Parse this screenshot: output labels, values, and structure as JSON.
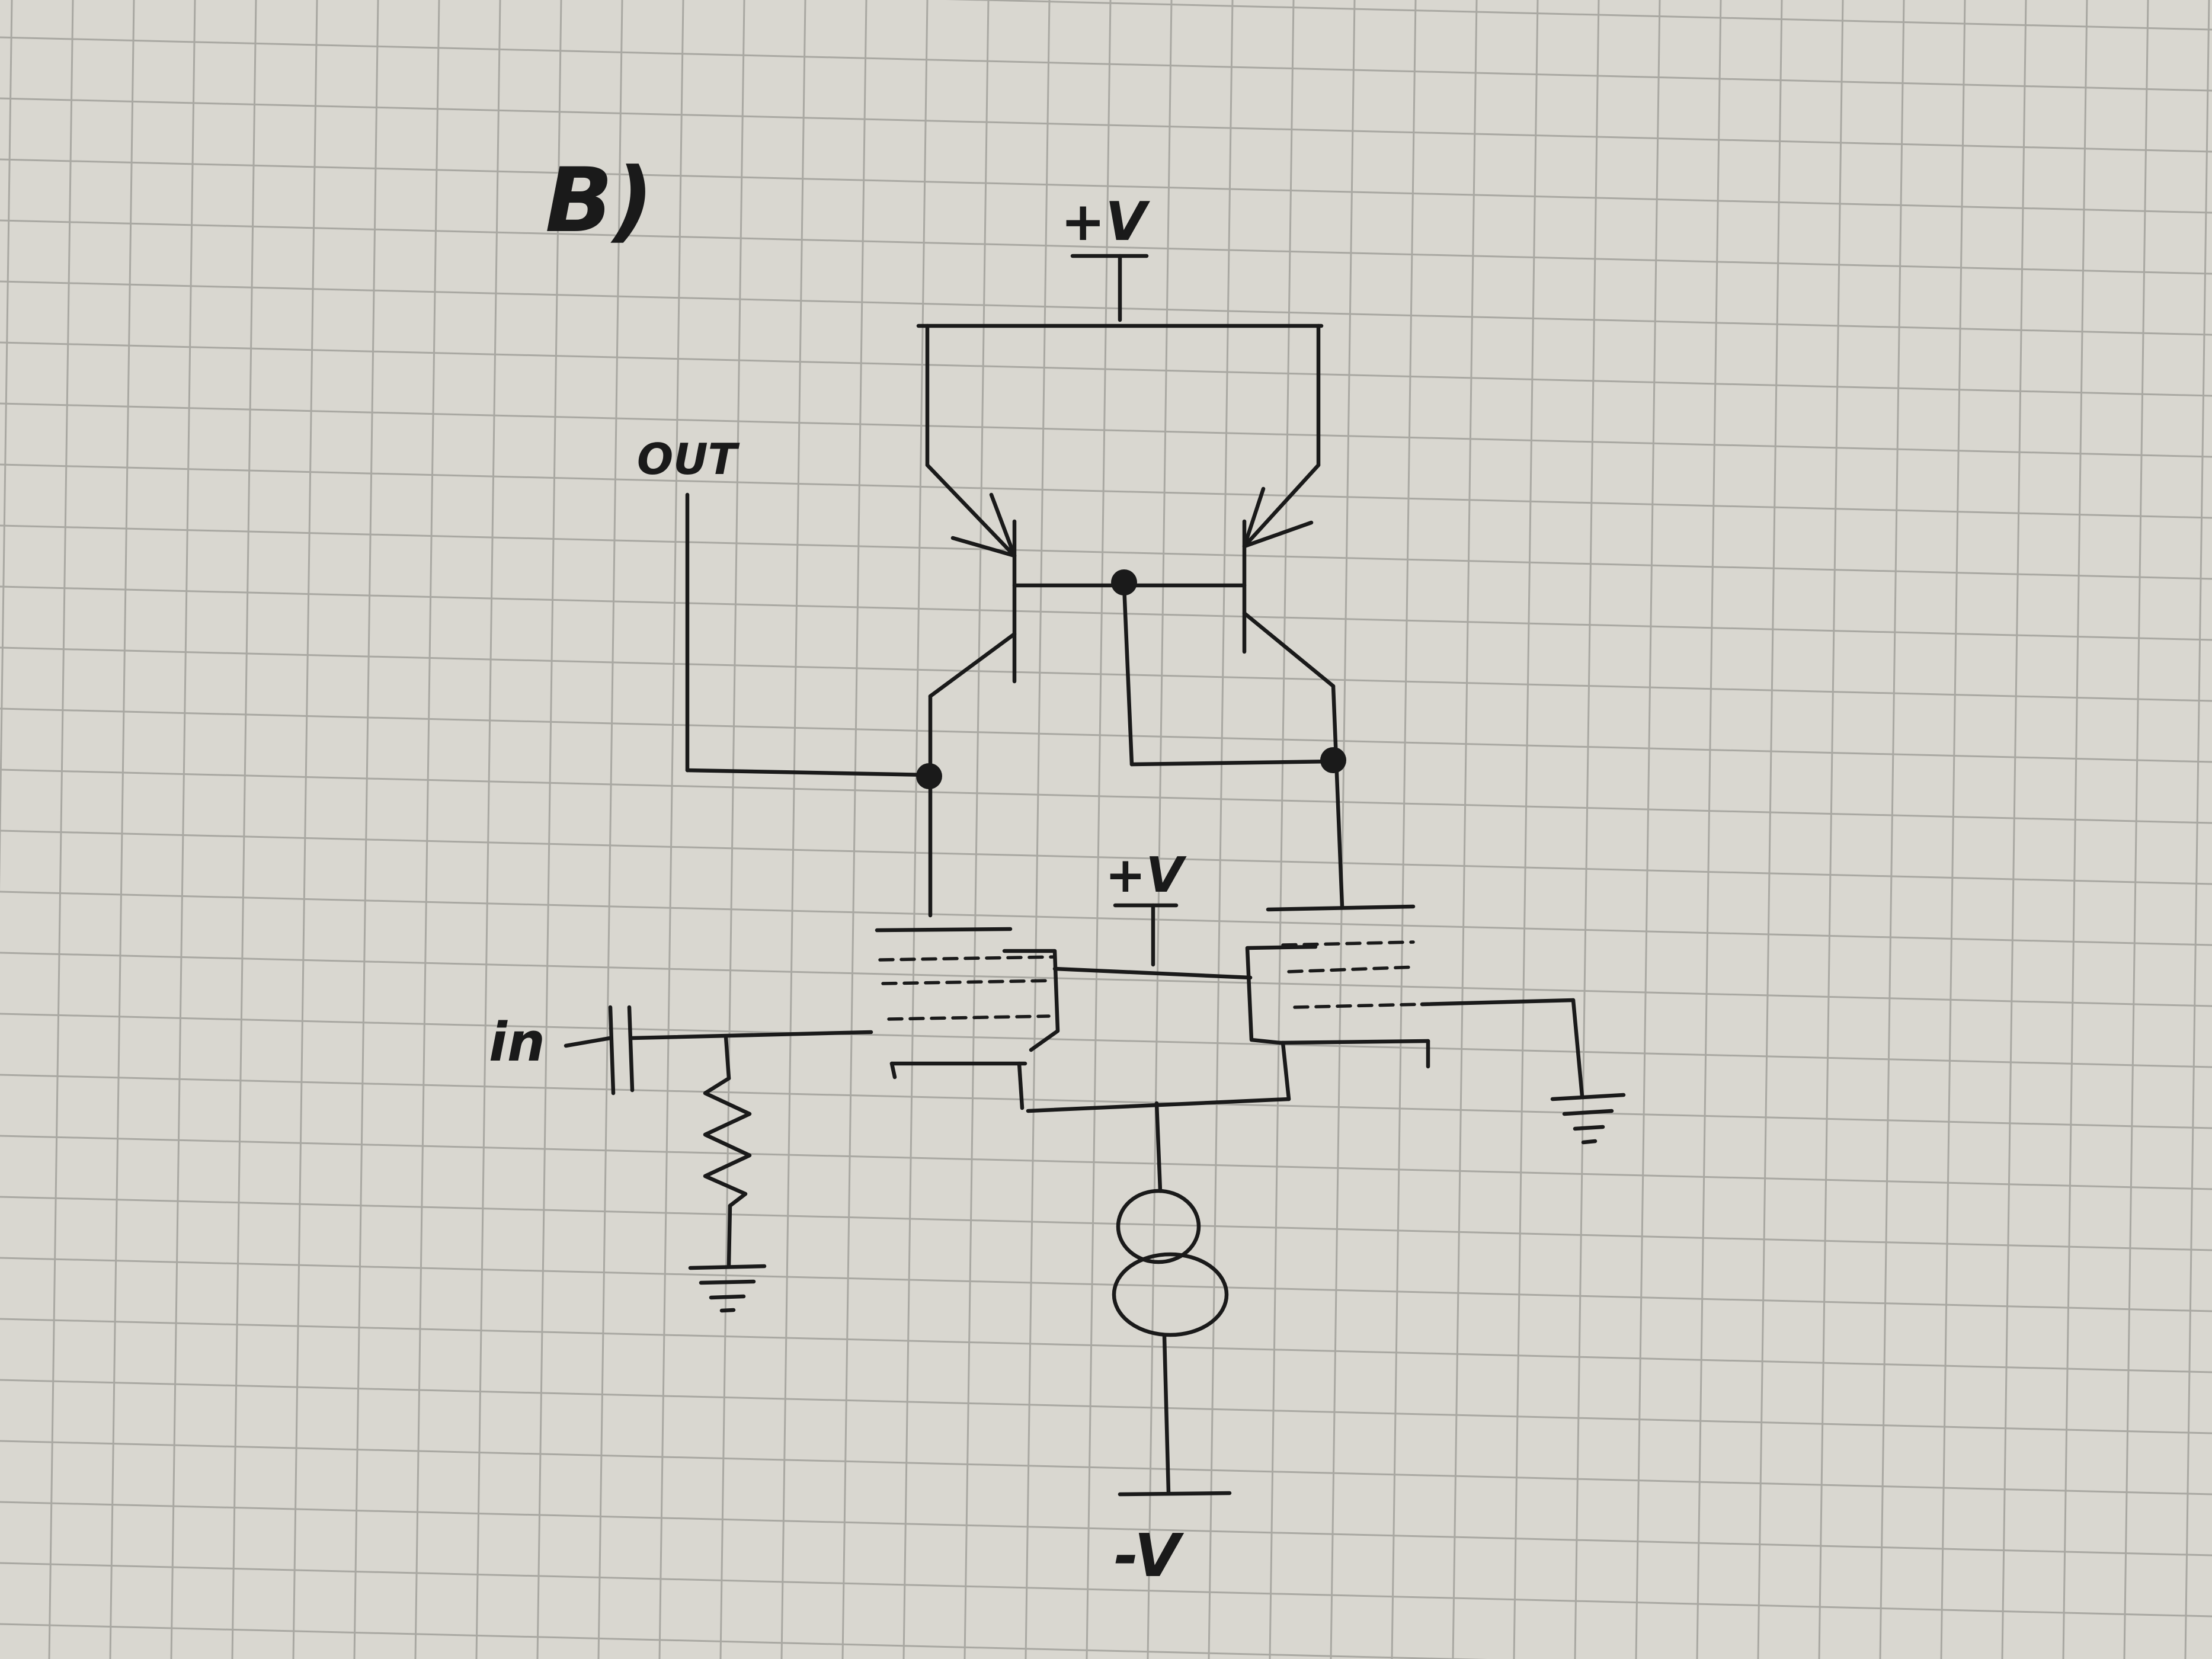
{
  "diagram": {
    "section_label": "B)",
    "labels": {
      "supply_top": "+V",
      "supply_mid": "+V",
      "supply_bottom": "-V",
      "output": "OUT",
      "input": "in"
    }
  },
  "colors": {
    "paper": "#d9d7d0",
    "grid": "#a9a8a2",
    "ink": "#1a1a1a"
  }
}
